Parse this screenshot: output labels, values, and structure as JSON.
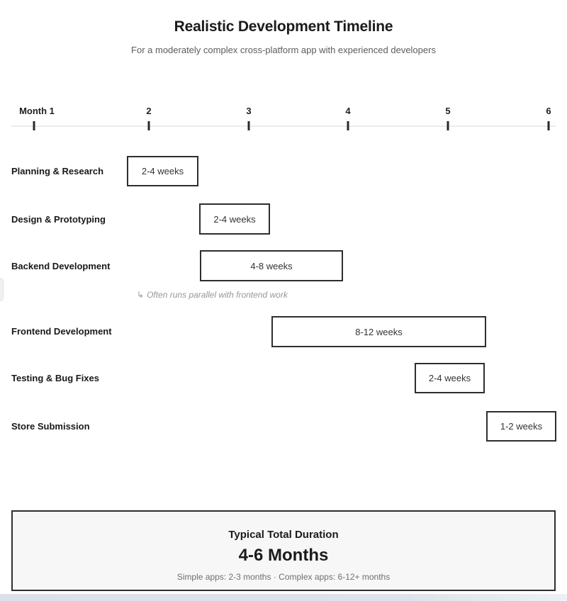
{
  "header": {
    "title": "Realistic Development Timeline",
    "subtitle": "For a moderately complex cross-platform app with experienced developers"
  },
  "axis": {
    "labels": [
      "Month 1",
      "2",
      "3",
      "4",
      "5",
      "6"
    ]
  },
  "phases": [
    {
      "label": "Planning & Research",
      "duration": "2-4 weeks"
    },
    {
      "label": "Design & Prototyping",
      "duration": "2-4 weeks"
    },
    {
      "label": "Backend Development",
      "duration": "4-8 weeks",
      "note_icon": "↳",
      "note": "Often runs parallel with frontend work"
    },
    {
      "label": "Frontend Development",
      "duration": "8-12 weeks"
    },
    {
      "label": "Testing & Bug Fixes",
      "duration": "2-4 weeks"
    },
    {
      "label": "Store Submission",
      "duration": "1-2 weeks"
    }
  ],
  "summary": {
    "title": "Typical Total Duration",
    "value": "4-6 Months",
    "detail": "Simple apps: 2-3 months · Complex apps: 6-12+ months"
  },
  "colors": {
    "accent_dark": "#2e2e2e",
    "axis_line": "#ebebeb",
    "summary_bg": "#f7f7f7",
    "muted_text": "#979797"
  },
  "chart_data": {
    "type": "bar",
    "variant": "horizontal-gantt-timeline",
    "title": "Realistic Development Timeline",
    "subtitle": "For a moderately complex cross-platform app with experienced developers",
    "x_axis": {
      "ticks": [
        "Month 1",
        "2",
        "3",
        "4",
        "5",
        "6"
      ],
      "range_months": [
        1,
        6
      ],
      "grid": false
    },
    "series": [
      {
        "name": "Planning & Research",
        "duration_label": "2-4 weeks",
        "duration_weeks_min": 2,
        "duration_weeks_max": 4,
        "bar_span_months": [
          1.8,
          2.5
        ]
      },
      {
        "name": "Design & Prototyping",
        "duration_label": "2-4 weeks",
        "duration_weeks_min": 2,
        "duration_weeks_max": 4,
        "bar_span_months": [
          2.5,
          3.2
        ]
      },
      {
        "name": "Backend Development",
        "duration_label": "4-8 weeks",
        "duration_weeks_min": 4,
        "duration_weeks_max": 8,
        "bar_span_months": [
          2.5,
          3.9
        ],
        "annotation": "Often runs parallel with frontend work"
      },
      {
        "name": "Frontend Development",
        "duration_label": "8-12 weeks",
        "duration_weeks_min": 8,
        "duration_weeks_max": 12,
        "bar_span_months": [
          3.2,
          5.4
        ]
      },
      {
        "name": "Testing & Bug Fixes",
        "duration_label": "2-4 weeks",
        "duration_weeks_min": 2,
        "duration_weeks_max": 4,
        "bar_span_months": [
          4.7,
          5.4
        ]
      },
      {
        "name": "Store Submission",
        "duration_label": "1-2 weeks",
        "duration_weeks_min": 1,
        "duration_weeks_max": 2,
        "bar_span_months": [
          5.4,
          6.1
        ]
      }
    ],
    "legend_position": "none",
    "footer_summary": {
      "title": "Typical Total Duration",
      "value": "4-6 Months",
      "detail": "Simple apps: 2-3 months · Complex apps: 6-12+ months"
    }
  }
}
